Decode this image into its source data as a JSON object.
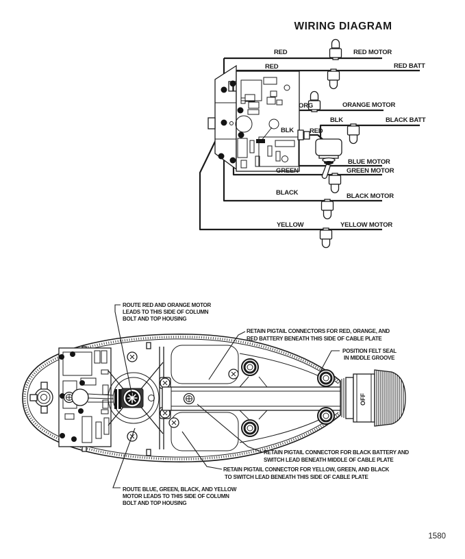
{
  "page": {
    "number": "1580"
  },
  "wiring": {
    "title": "WIRING DIAGRAM",
    "labels": {
      "red_top": "RED",
      "red_motor": "RED MOTOR",
      "red2": "RED",
      "red_batt": "RED BATT",
      "org": "ORG",
      "orange_motor": "ORANGE MOTOR",
      "blk_batt": "BLK",
      "black_batt": "BLACK BATT",
      "blk_board": "BLK",
      "red_solenoid": "RED",
      "blue_motor": "BLUE MOTOR",
      "green": "GREEN",
      "green_motor": "GREEN MOTOR",
      "black": "BLACK",
      "black_motor": "BLACK MOTOR",
      "yellow": "YELLOW",
      "yellow_motor": "YELLOW MOTOR"
    }
  },
  "head": {
    "knob_label": "OFF",
    "callouts": {
      "route_red_orange": [
        "ROUTE RED AND ORANGE MOTOR",
        "LEADS TO THIS SIDE OF COLUMN",
        "BOLT AND TOP HOUSING"
      ],
      "retain_red": [
        "RETAIN PIGTAIL CONNECTORS FOR  RED, ORANGE, AND",
        "RED BATTERY BENEATH THIS SIDE OF CABLE PLATE"
      ],
      "felt_seal": [
        "POSITION FELT SEAL",
        "IN MIDDLE GROOVE"
      ],
      "retain_black_batt": [
        "RETAIN PIGTAIL CONNECTOR FOR BLACK BATTERY AND",
        "SWITCH LEAD BENEATH MIDDLE OF CABLE PLATE"
      ],
      "retain_yellow": [
        "RETAIN PIGTAIL CONNECTOR FOR YELLOW, GREEN, AND BLACK",
        "TO SWITCH LEAD BENEATH THIS SIDE OF CABLE PLATE"
      ],
      "route_blue": [
        "ROUTE BLUE, GREEN, BLACK, AND YELLOW",
        "MOTOR LEADS TO THIS SIDE OF COLUMN",
        "BOLT AND TOP HOUSING"
      ]
    }
  }
}
